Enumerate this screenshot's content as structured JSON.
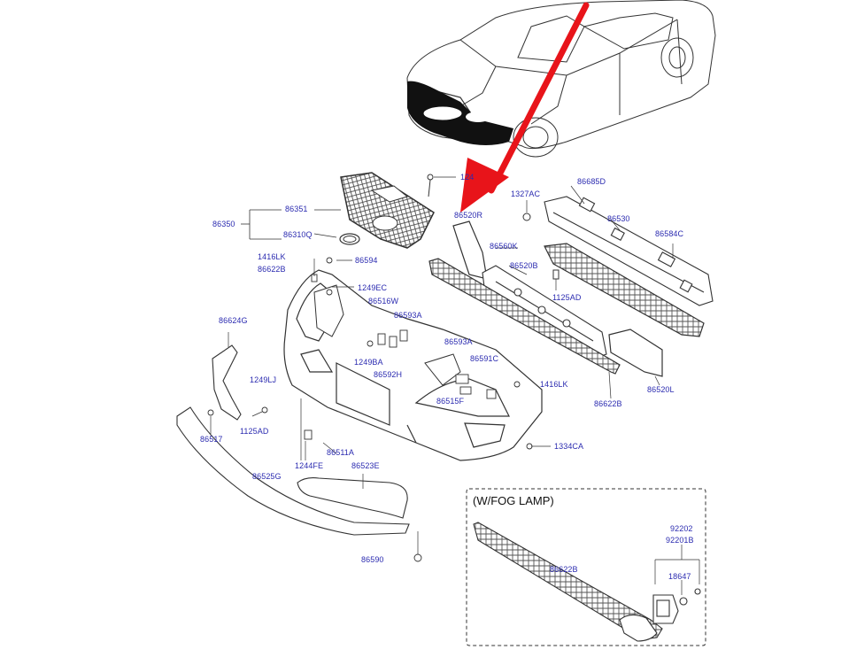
{
  "diagram": {
    "labels": {
      "p86350": "86350",
      "p86351": "86351",
      "p86310q": "86310Q",
      "p124": "124",
      "p86520r": "86520R",
      "p1327ac": "1327AC",
      "p86685d": "86685D",
      "p86530": "86530",
      "p86584c": "86584C",
      "p86560k": "86560K",
      "p86520b": "86520B",
      "p1125ad_top": "1125AD",
      "p1416lk_top": "1416LK",
      "p86622b_top": "86622B",
      "p86594": "86594",
      "p1249ec": "1249EC",
      "p86516w": "86516W",
      "p86593a_1": "86593A",
      "p86624g": "86624G",
      "p1249ba": "1249BA",
      "p86592h": "86592H",
      "p86593a_2": "86593A",
      "p86591c": "86591C",
      "p1416lk_right": "1416LK",
      "p86515f": "86515F",
      "p86622b_right": "86622B",
      "p86520l": "86520L",
      "p1249lj": "1249LJ",
      "p1125ad_left": "1125AD",
      "p86517": "86517",
      "p86511a": "86511A",
      "p1244fe": "1244FE",
      "p86523e": "86523E",
      "p1334ca": "1334CA",
      "p86525g": "86525G",
      "p86590": "86590",
      "p92202": "92202",
      "p92201b": "92201B",
      "p86622b_inset": "86622B",
      "p18647": "18647"
    },
    "inset_title": "(W/FOG LAMP)",
    "colors": {
      "label_text": "#2b2bb0",
      "arrow": "#e8141a",
      "line_art": "#333333"
    }
  }
}
